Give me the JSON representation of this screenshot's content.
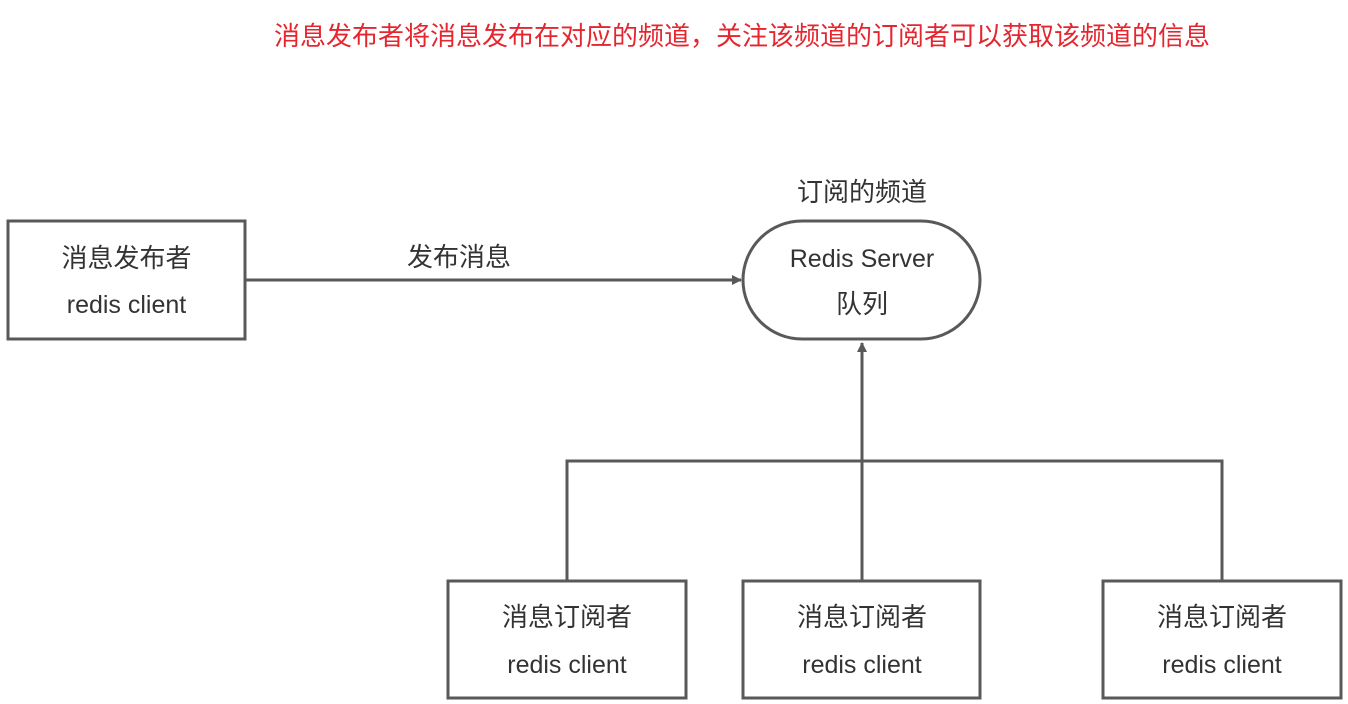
{
  "diagram": {
    "header_text": "消息发布者将消息发布在对应的频道，关注该频道的订阅者可以获取该频道的信息",
    "publisher": {
      "line1": "消息发布者",
      "line2": "redis client"
    },
    "edge_label_publish": "发布消息",
    "server": {
      "caption": "订阅的频道",
      "line1": "Redis Server",
      "line2": "队列"
    },
    "subscribers": [
      {
        "line1": "消息订阅者",
        "line2": "redis client"
      },
      {
        "line1": "消息订阅者",
        "line2": "redis client"
      },
      {
        "line1": "消息订阅者",
        "line2": "redis client"
      }
    ]
  },
  "colors": {
    "header_text": "#e5262f",
    "stroke": "#595959",
    "text": "#333333"
  }
}
